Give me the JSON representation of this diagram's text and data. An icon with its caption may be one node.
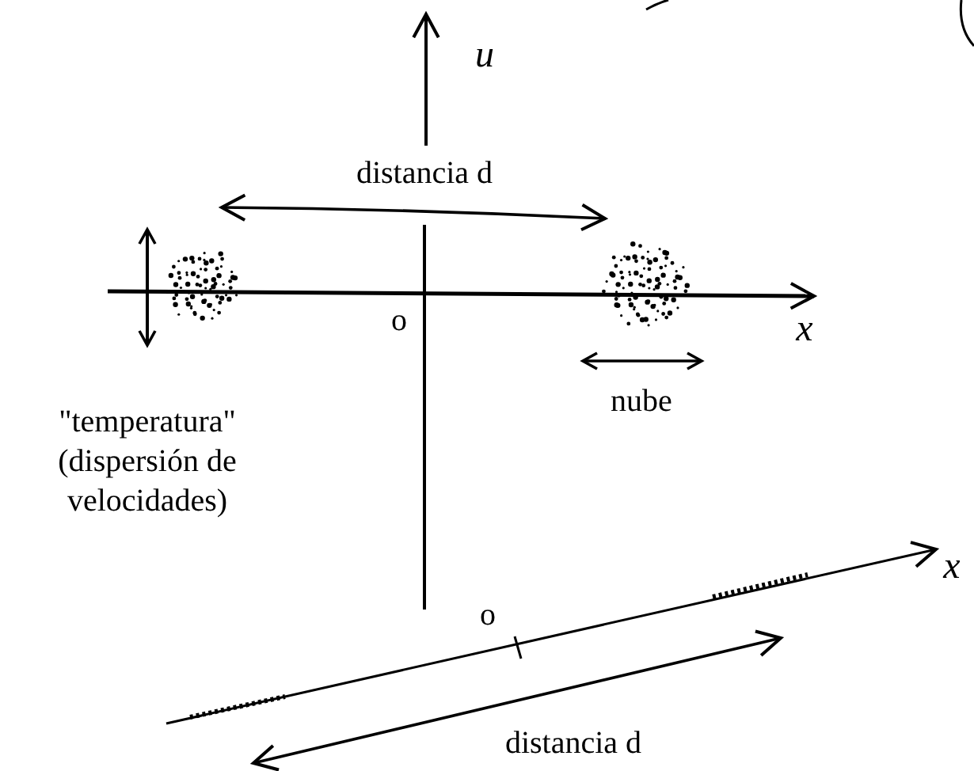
{
  "diagram": {
    "labels": [
      "u",
      "distancia d",
      "o",
      "x",
      "\"temperatura\" (dispersión de velocidades)",
      "nube",
      "o",
      "x",
      "distancia d"
    ]
  }
}
